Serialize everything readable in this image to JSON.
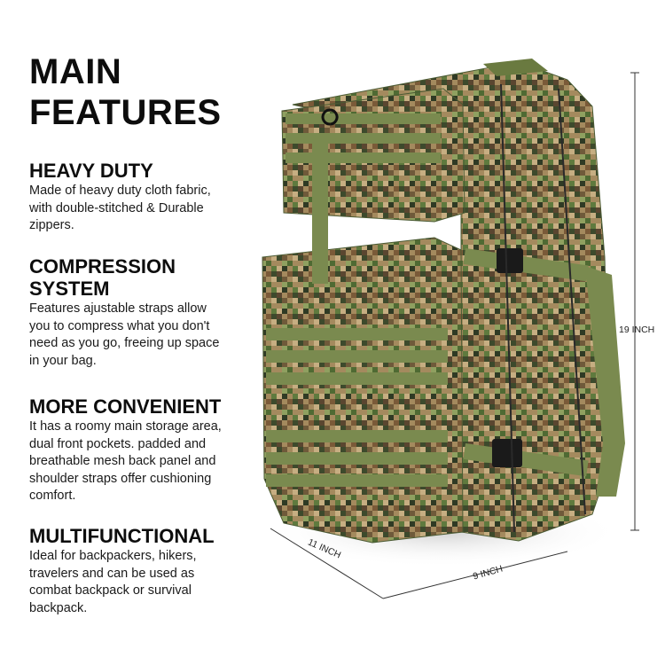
{
  "title": {
    "line1": "MAIN",
    "line2": "FEATURES"
  },
  "features": [
    {
      "heading": "HEAVY DUTY",
      "lines": [
        "Made of heavy duty cloth fabric,",
        "with double-stitched & Durable",
        "zippers."
      ]
    },
    {
      "heading_lines": [
        "COMPRESSION",
        "SYSTEM"
      ],
      "lines": [
        "Features ajustable straps allow",
        "you to compress what you don't",
        "need as you go, freeing up space",
        "in your bag."
      ]
    },
    {
      "heading": "MORE CONVENIENT",
      "lines": [
        "It has a roomy main storage area,",
        "dual front pockets. padded and",
        "breathable mesh back panel and",
        "shoulder straps offer cushioning",
        "comfort."
      ]
    },
    {
      "heading": "MULTIFUNCTIONAL",
      "lines": [
        "Ideal for backpackers, hikers,",
        "travelers  and can be used as",
        "combat backpack or survival",
        "backpack."
      ]
    }
  ],
  "dimensions": {
    "height": "19 INCH",
    "depth": "11 INCH",
    "width": "9 INCH"
  },
  "colors": {
    "olive": "#7a8a4f",
    "camo_dark": "#3d4a2c",
    "camo_brown": "#8a6a45",
    "camo_tan": "#c2a77c",
    "buckle": "#1a1a1a"
  }
}
